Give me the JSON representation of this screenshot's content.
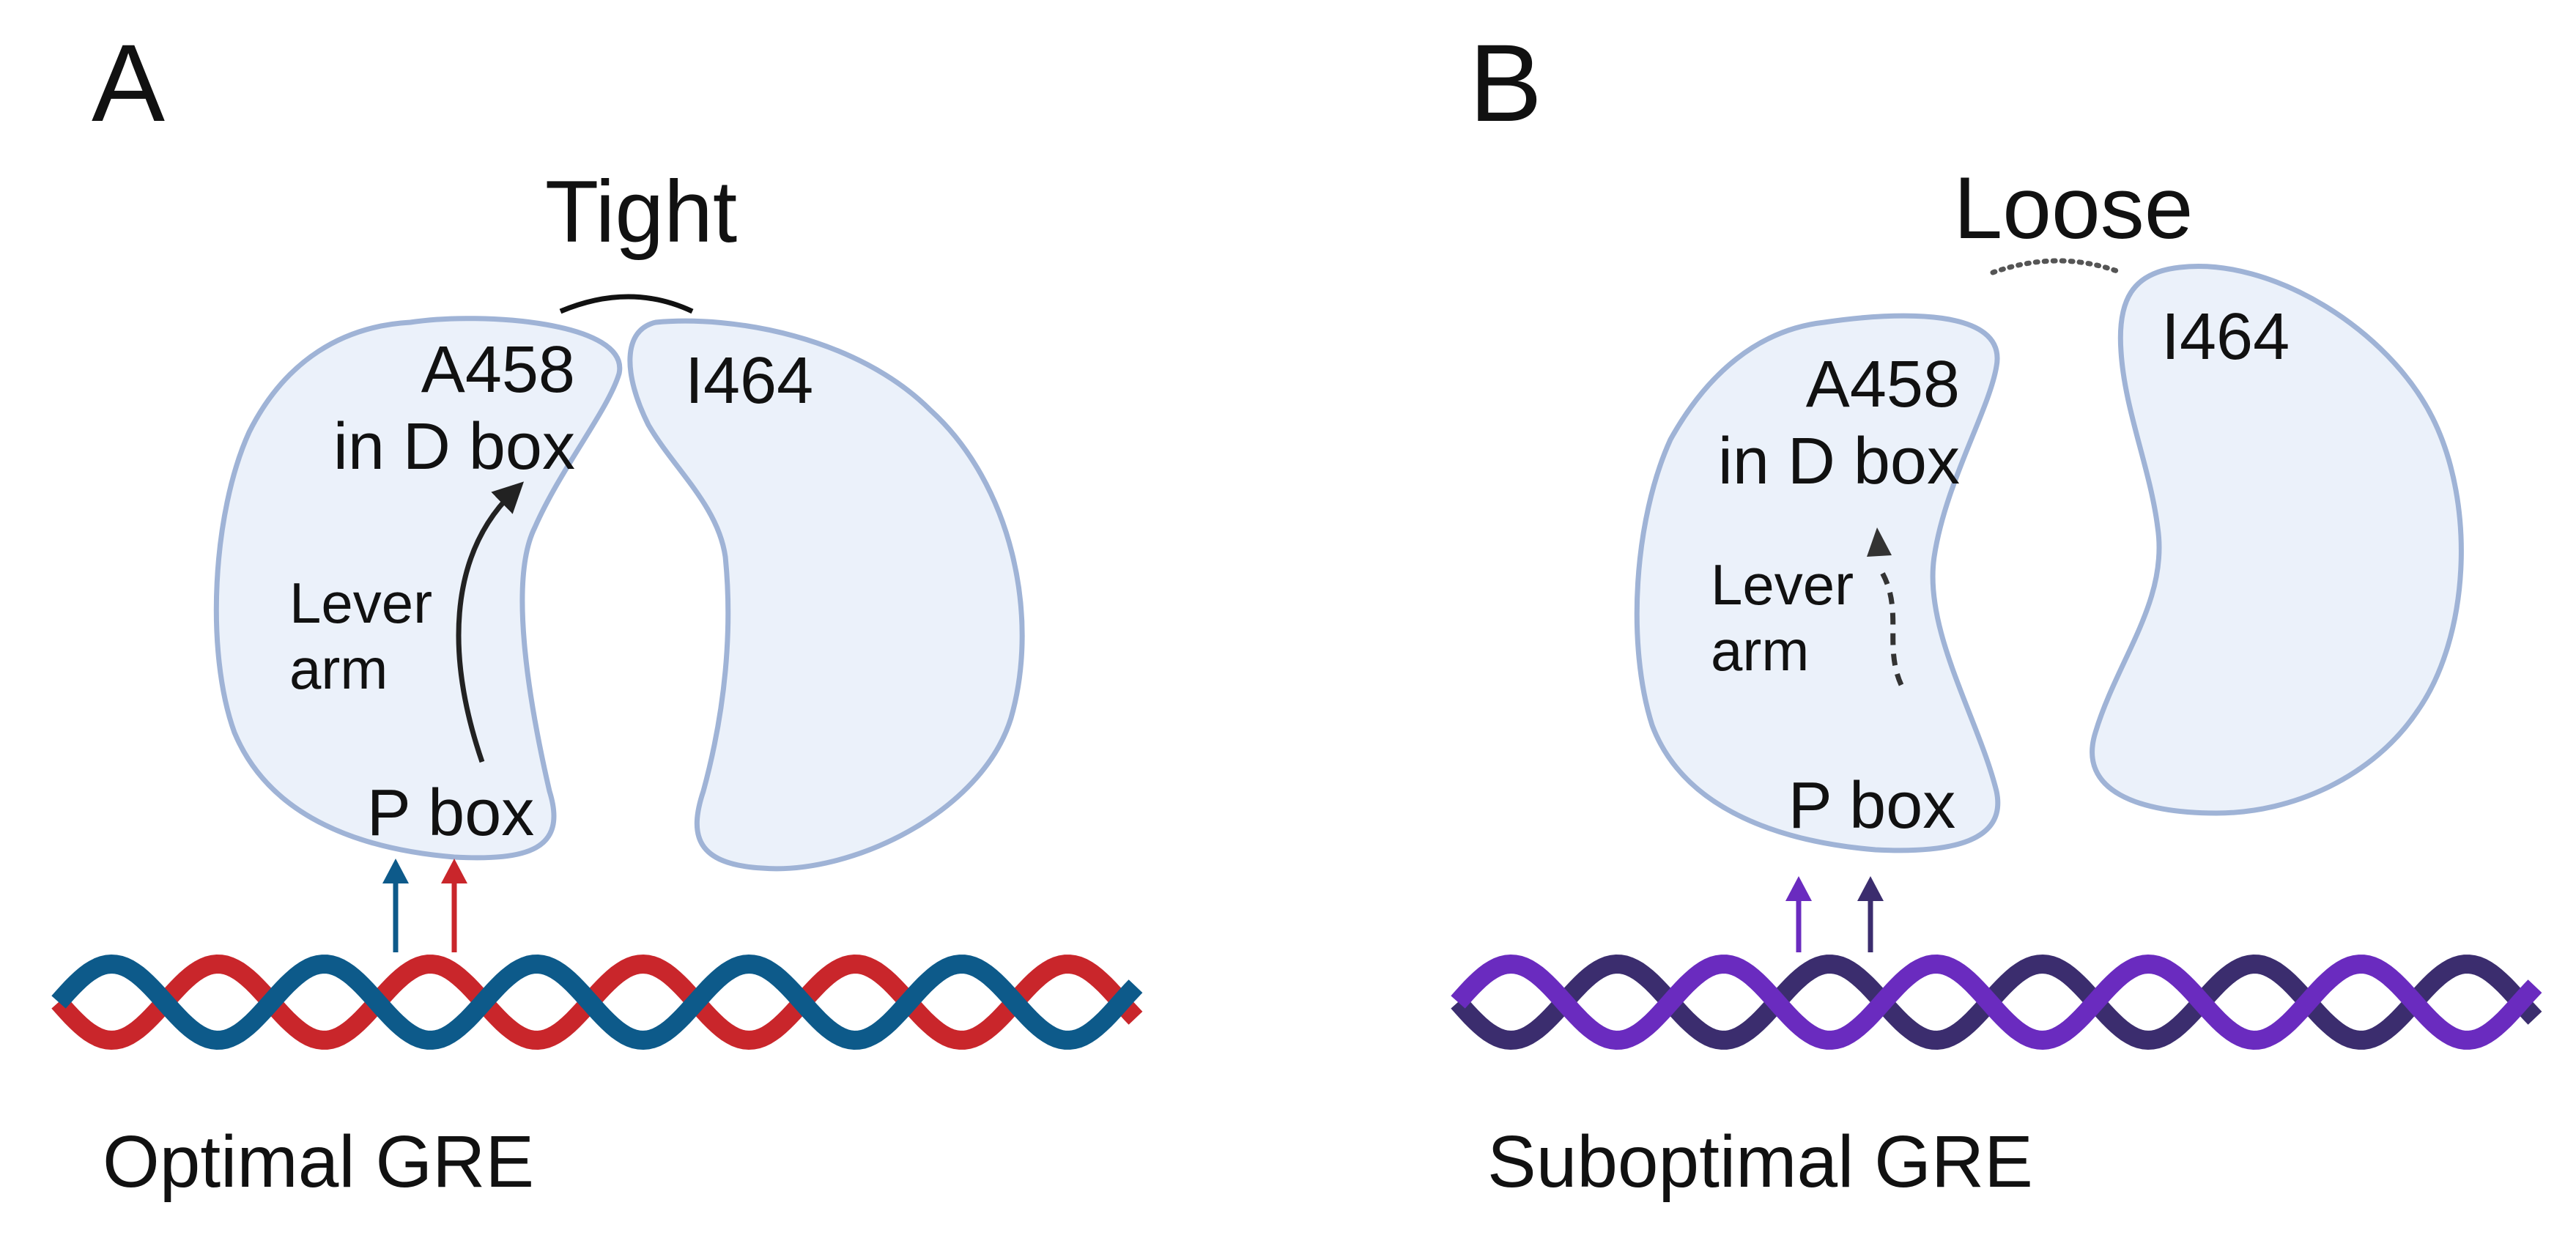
{
  "colors": {
    "background": "#ffffff",
    "protein_fill": "#ebf1fa",
    "protein_stroke": "#9fb3d6",
    "text": "#111111",
    "arrow": "#222222",
    "optimal_strand_red": "#c9262b",
    "optimal_strand_blue": "#0d5a8a",
    "suboptimal_strand_purple": "#6a2bbf",
    "suboptimal_strand_dark": "#3b2d6e"
  },
  "panel_a": {
    "letter": "A",
    "state": "Tight",
    "left_domain": {
      "line1": "A458",
      "line2": "in D box"
    },
    "right_domain": "I464",
    "lever_arm": {
      "line1": "Lever",
      "line2": "arm"
    },
    "p_box": "P box",
    "dna_label": "Optimal GRE"
  },
  "panel_b": {
    "letter": "B",
    "state": "Loose",
    "left_domain": {
      "line1": "A458",
      "line2": "in D box"
    },
    "right_domain": "I464",
    "lever_arm": {
      "line1": "Lever",
      "line2": "arm"
    },
    "p_box": "P box",
    "dna_label": "Suboptimal GRE"
  }
}
